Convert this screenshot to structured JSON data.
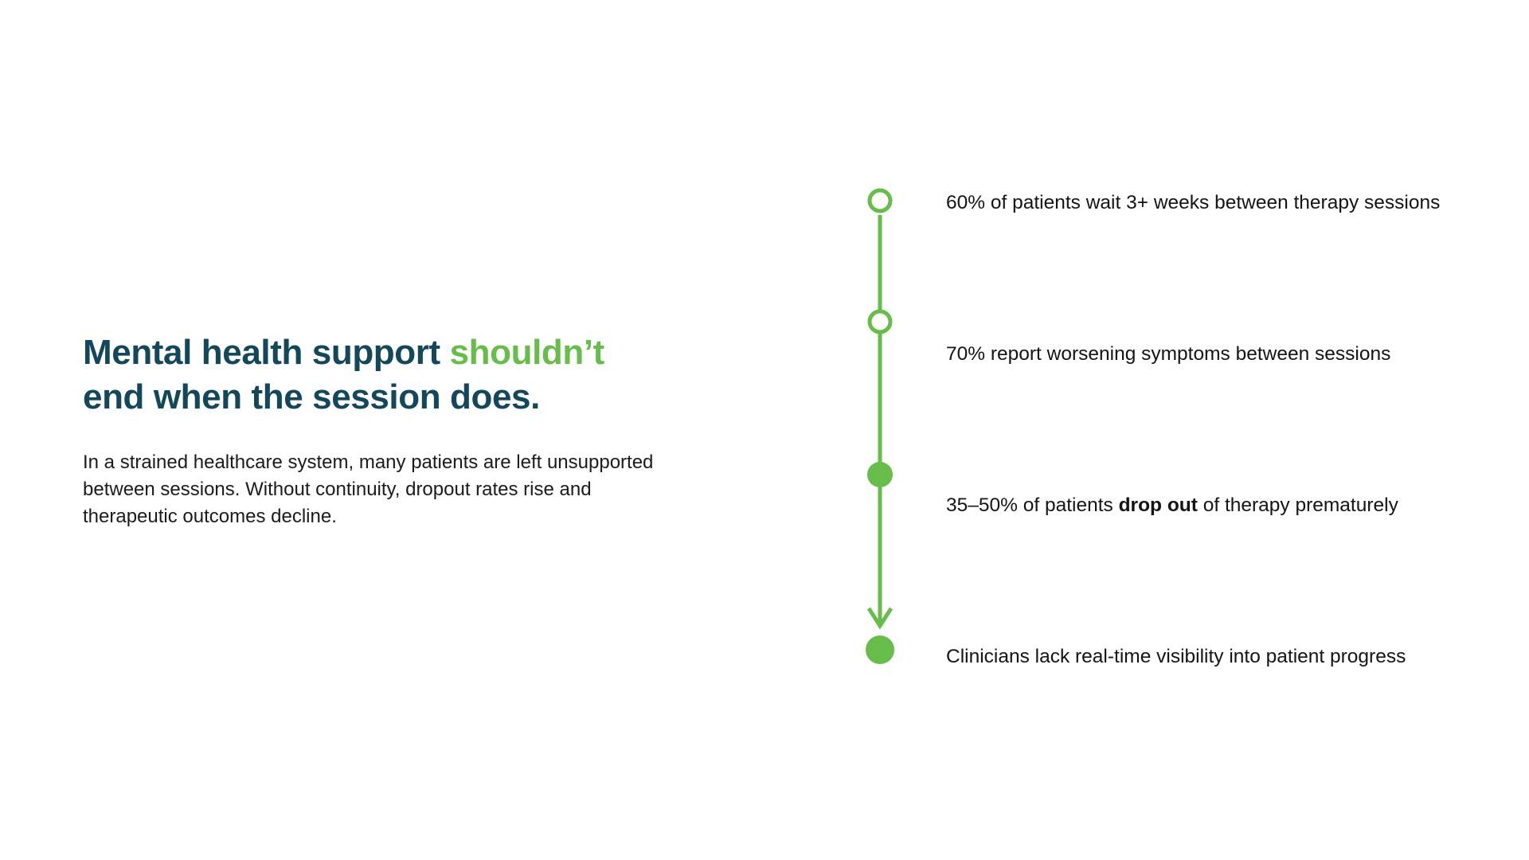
{
  "theme": {
    "accent_green": "#66bd4a",
    "heading_teal": "#13485a",
    "body_text": "#1b1b1b",
    "background": "#ffffff"
  },
  "left": {
    "headline_part1": "Mental health support ",
    "headline_accent": "shouldn’t",
    "headline_part2": " end when the session does.",
    "headline_full": "Mental health support shouldn’t end when the session does.",
    "body": "In a strained healthcare system, many patients are left unsupported between sessions. Without continuity, dropout rates rise and therapeutic outcomes decline."
  },
  "timeline": {
    "line_color": "#66bd4a",
    "has_end_arrow": true,
    "items": [
      {
        "marker": "hollow-circle",
        "text_before": "60% of patients wait 3+ weeks between therapy sessions",
        "emphasis": "",
        "text_after": "",
        "full_text": "60% of patients wait 3+ weeks between therapy sessions"
      },
      {
        "marker": "hollow-circle",
        "text_before": "70% report worsening symptoms between sessions",
        "emphasis": "",
        "text_after": "",
        "full_text": "70% report worsening symptoms between sessions"
      },
      {
        "marker": "filled-circle",
        "text_before": "35–50% of patients ",
        "emphasis": "drop out",
        "text_after": " of therapy prematurely",
        "full_text": "35–50% of patients drop out of therapy prematurely"
      },
      {
        "marker": "filled-circle-arrow",
        "text_before": "Clinicians lack real-time visibility into patient progress",
        "emphasis": "",
        "text_after": "",
        "full_text": "Clinicians lack real-time visibility into patient progress"
      }
    ]
  }
}
